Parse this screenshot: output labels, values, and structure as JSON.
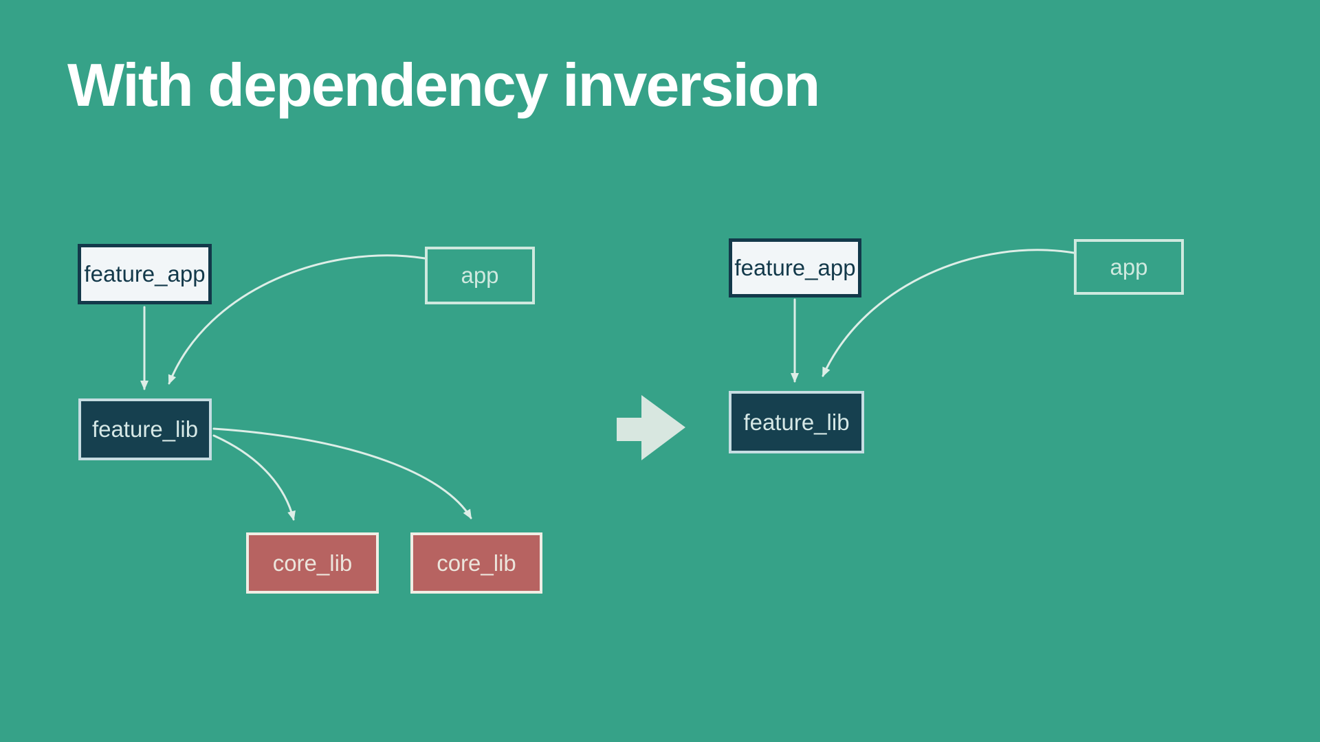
{
  "title": "With dependency inversion",
  "left_diagram": {
    "nodes": {
      "feature_app": {
        "label": "feature_app",
        "style": "light"
      },
      "app": {
        "label": "app",
        "style": "outline"
      },
      "feature_lib": {
        "label": "feature_lib",
        "style": "dark"
      },
      "core_lib_1": {
        "label": "core_lib",
        "style": "red"
      },
      "core_lib_2": {
        "label": "core_lib",
        "style": "red"
      }
    },
    "edges": [
      {
        "from": "feature_app",
        "to": "feature_lib"
      },
      {
        "from": "app",
        "to": "feature_lib"
      },
      {
        "from": "feature_lib",
        "to": "core_lib_1"
      },
      {
        "from": "feature_lib",
        "to": "core_lib_2"
      }
    ]
  },
  "right_diagram": {
    "nodes": {
      "feature_app": {
        "label": "feature_app",
        "style": "light"
      },
      "app": {
        "label": "app",
        "style": "outline"
      },
      "feature_lib": {
        "label": "feature_lib",
        "style": "dark"
      }
    },
    "edges": [
      {
        "from": "feature_app",
        "to": "feature_lib"
      },
      {
        "from": "app",
        "to": "feature_lib"
      }
    ]
  },
  "transform_arrow": {
    "icon": "right-arrow-icon"
  },
  "colors": {
    "background": "#36a288",
    "title_text": "#ffffff",
    "node_light_fill": "#f2f6f8",
    "node_light_border": "#13394a",
    "node_dark_fill": "#16404f",
    "node_dark_border": "#c6dde2",
    "node_red_fill": "#b76361",
    "node_red_border": "#f0eee5",
    "node_outline": "#cfe9df",
    "edge_line": "#ddeee7",
    "transform_arrow_fill": "#d8e7e0"
  }
}
